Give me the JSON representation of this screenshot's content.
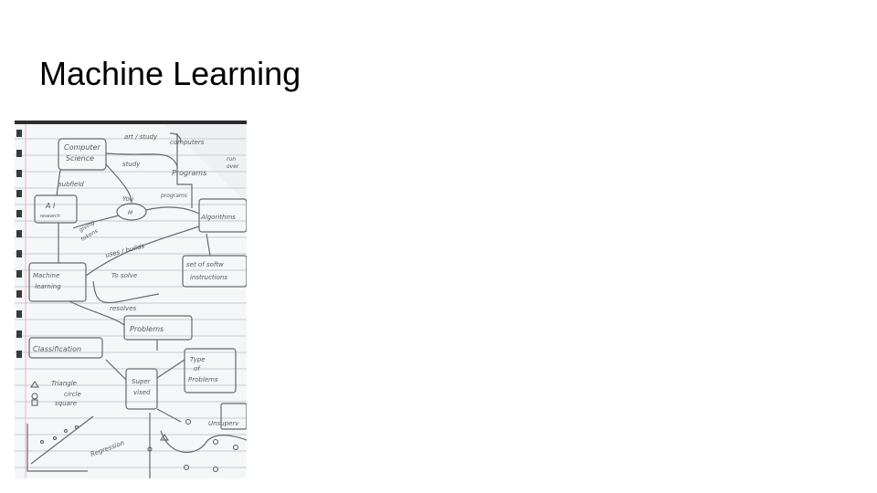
{
  "slide": {
    "title": "Machine Learning"
  },
  "notebook_photo": {
    "labels": {
      "computer_science": [
        "Computer",
        "Science"
      ],
      "art_study": "art / study",
      "computers": "computers",
      "run_over": [
        "run",
        "over"
      ],
      "study": "study",
      "programs": "Programs",
      "subfield": "subfield",
      "ai": [
        "A I",
        "research"
      ],
      "you": "You",
      "programs_link": "programs",
      "algorithms": "Algorithms",
      "giving_tokens": [
        "giving",
        "tokens"
      ],
      "uses_builds": "uses / builds",
      "set_of_instructions": [
        "set of softw",
        "instructions"
      ],
      "machine_learning": [
        "Machine",
        "learning"
      ],
      "to_solve": "To solve",
      "resolves": "resolves",
      "problems": "Problems",
      "classification": "Classification",
      "type_of_problems": [
        "Type",
        "of",
        "Problems"
      ],
      "triangle": "Triangle",
      "circle": "circle",
      "square": "square",
      "supervised": [
        "Super",
        "vised"
      ],
      "unsupervised": "Unsuperv",
      "regression": "Regression"
    }
  }
}
